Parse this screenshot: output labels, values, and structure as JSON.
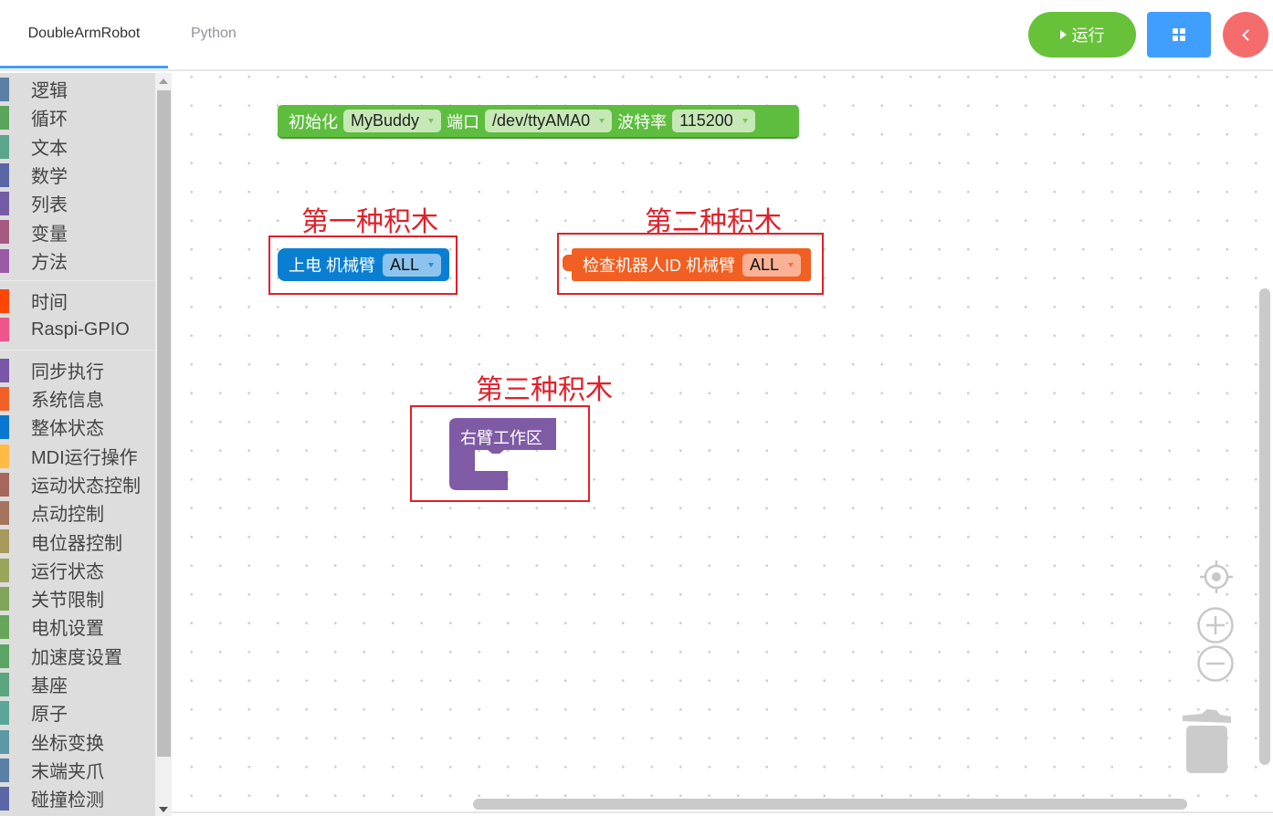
{
  "header": {
    "tabs": [
      {
        "label": "DoubleArmRobot",
        "active": true
      },
      {
        "label": "Python",
        "active": false
      }
    ],
    "run_button": {
      "label": "运行",
      "icon": "play-icon",
      "color": "#67c23a"
    },
    "grid_button": {
      "icon": "grid-icon",
      "color": "#409eff"
    },
    "back_button": {
      "icon": "chevron-left-icon",
      "color": "#f56c6c"
    }
  },
  "sidebar": {
    "groups": [
      [
        {
          "label": "逻辑",
          "color": "#5b80a5"
        },
        {
          "label": "循环",
          "color": "#5ba55b"
        },
        {
          "label": "文本",
          "color": "#5ba58c"
        },
        {
          "label": "数学",
          "color": "#5b67a5"
        },
        {
          "label": "列表",
          "color": "#745ba5"
        },
        {
          "label": "变量",
          "color": "#a55b80"
        },
        {
          "label": "方法",
          "color": "#995ba5"
        }
      ],
      [
        {
          "label": "时间",
          "color": "#ff4500"
        },
        {
          "label": "Raspi-GPIO",
          "color": "#f0548c"
        }
      ],
      [
        {
          "label": "同步执行",
          "color": "#7a55a8"
        },
        {
          "label": "系统信息",
          "color": "#f16127"
        },
        {
          "label": "整体状态",
          "color": "#0877d0"
        },
        {
          "label": "MDI运行操作",
          "color": "#ffbb44"
        },
        {
          "label": "运动状态控制",
          "color": "#a5675b"
        },
        {
          "label": "点动控制",
          "color": "#a5745b"
        },
        {
          "label": "电位器控制",
          "color": "#a5995b"
        },
        {
          "label": "运行状态",
          "color": "#99a55b"
        },
        {
          "label": "关节限制",
          "color": "#80a55b"
        },
        {
          "label": "电机设置",
          "color": "#67a55b"
        },
        {
          "label": "加速度设置",
          "color": "#5ba564"
        },
        {
          "label": "基座",
          "color": "#5ba580"
        },
        {
          "label": "原子",
          "color": "#5ba599"
        },
        {
          "label": "坐标变换",
          "color": "#5b99a5"
        },
        {
          "label": "末端夹爪",
          "color": "#5b80a5"
        },
        {
          "label": "碰撞检测",
          "color": "#5b67a5"
        }
      ]
    ]
  },
  "workspace": {
    "init_block": {
      "label": "初始化",
      "device": "MyBuddy",
      "port_label": "端口",
      "port": "/dev/ttyAMA0",
      "baud_label": "波特率",
      "baud": "115200",
      "color": "#5ebd3e"
    },
    "annotations": {
      "first": "第一种积木",
      "second": "第二种积木",
      "third": "第三种积木",
      "color": "#e0202a"
    },
    "power_block": {
      "label": "上电 机械臂",
      "value": "ALL",
      "color": "#0a7fd2"
    },
    "check_block": {
      "label": "检查机器人ID 机械臂",
      "value": "ALL",
      "color": "#f15f22"
    },
    "arm_block": {
      "label": "右臂工作区",
      "color": "#7f5ba6"
    }
  }
}
